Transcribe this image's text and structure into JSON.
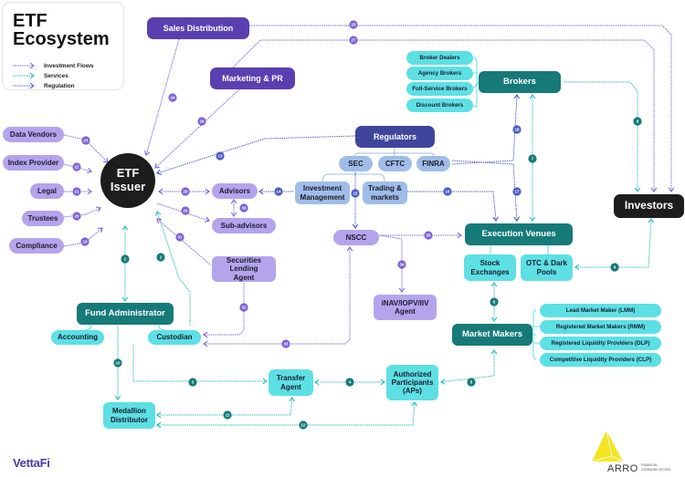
{
  "title": "ETF Ecosystem",
  "legend": [
    {
      "label": "Investment Flows",
      "color": "#7d62d6"
    },
    {
      "label": "Services",
      "color": "#2ab7b9"
    },
    {
      "label": "Regulation",
      "color": "#4b5bc4"
    }
  ],
  "colors": {
    "investment": "#7d62d6",
    "services": "#2ab7b9",
    "regulation": "#4b5bc4",
    "issuer": "#1d1d1d",
    "teal_dark": "#167a78",
    "teal_light": "#5ce0e4",
    "purple_dark": "#5b3fb0",
    "purple_light": "#b4a4ec",
    "navy": "#3f459b",
    "blue_light": "#9fbde8"
  },
  "nodes": {
    "issuer": "ETF Issuer",
    "sales_distribution": "Sales Distribution",
    "marketing_pr": "Marketing & PR",
    "data_vendors": "Data Vendors",
    "index_provider": "Index Provider",
    "legal": "Legal",
    "trustees": "Trustees",
    "compliance": "Compliance",
    "advisors": "Advisors",
    "sub_advisors": "Sub-advisors",
    "securities_lending_agent": "Securities Lending Agent",
    "regulators": "Regulators",
    "sec": "SEC",
    "cftc": "CFTC",
    "finra": "FINRA",
    "investment_management": "Investment Management",
    "trading_markets": "Trading & markets",
    "nscc": "NSCC",
    "inav_agent": "iNAV/IOPV/IIV Agent",
    "brokers": "Brokers",
    "broker_types": [
      "Broker Dealers",
      "Agency Brokers",
      "Full-Service Brokers",
      "Discount Brokers"
    ],
    "investors": "Investors",
    "execution_venues": "Execution Venues",
    "stock_exchanges": "Stock Exchanges",
    "otc_dark_pools": "OTC & Dark Pools",
    "market_makers": "Market Makers",
    "market_maker_types": [
      "Lead Market Maker (LMM)",
      "Registered Market Makers (RMM)",
      "Registered Liquidity Providers (DLP)",
      "Competitive Liquidity Providers (CLP)"
    ],
    "fund_administrator": "Fund Administrator",
    "accounting": "Accounting",
    "custodian": "Custodian",
    "transfer_agent": "Transfer Agent",
    "authorized_participants": "Authorized Participants (APs)",
    "medallion_distributor": "Medallion Distributor"
  },
  "flows": [
    {
      "n": "1",
      "from": "Custodian",
      "to": "ETF Issuer",
      "type": "services"
    },
    {
      "n": "2",
      "from": "Fund Administrator",
      "to": "ETF Issuer",
      "type": "services"
    },
    {
      "n": "3",
      "from": "Fund Administrator",
      "to": "Transfer Agent",
      "type": "services"
    },
    {
      "n": "4",
      "from": "Authorized Participants",
      "to": "Transfer Agent",
      "type": "services"
    },
    {
      "n": "5",
      "from": "Market Makers",
      "to": "Authorized Participants",
      "type": "services"
    },
    {
      "n": "6",
      "from": "Execution Venues",
      "to": "Market Makers",
      "type": "services"
    },
    {
      "n": "7",
      "from": "Brokers",
      "to": "Execution Venues",
      "type": "services"
    },
    {
      "n": "8",
      "from": "Brokers",
      "to": "Investors",
      "type": "services"
    },
    {
      "n": "9",
      "from": "Investors",
      "to": "OTC & Dark Pools",
      "type": "services"
    },
    {
      "n": "10",
      "from": "Fund Administrator",
      "to": "Medallion Distributor",
      "type": "services"
    },
    {
      "n": "11",
      "from": "Transfer Agent",
      "to": "Medallion Distributor",
      "type": "services"
    },
    {
      "n": "12",
      "from": "Authorized Participants",
      "to": "Medallion Distributor",
      "type": "services"
    },
    {
      "n": "13",
      "from": "Regulators",
      "to": "ETF Issuer",
      "type": "regulation"
    },
    {
      "n": "14",
      "from": "Investment Management",
      "to": "Advisors",
      "type": "regulation"
    },
    {
      "n": "15",
      "from": "SEC",
      "to": "NSCC",
      "type": "regulation"
    },
    {
      "n": "16",
      "from": "Trading & markets",
      "to": "Execution Venues",
      "type": "regulation"
    },
    {
      "n": "17",
      "from": "FINRA",
      "to": "Execution Venues",
      "type": "regulation"
    },
    {
      "n": "18",
      "from": "FINRA",
      "to": "Brokers",
      "type": "regulation"
    },
    {
      "n": "19",
      "from": "Compliance",
      "to": "ETF Issuer",
      "type": "investment"
    },
    {
      "n": "20",
      "from": "Trustees",
      "to": "ETF Issuer",
      "type": "investment"
    },
    {
      "n": "21",
      "from": "Legal",
      "to": "ETF Issuer",
      "type": "investment"
    },
    {
      "n": "22",
      "from": "Index Provider",
      "to": "ETF Issuer",
      "type": "investment"
    },
    {
      "n": "23",
      "from": "Data Vendors",
      "to": "ETF Issuer",
      "type": "investment"
    },
    {
      "n": "24",
      "from": "Sales Distribution",
      "to": "ETF Issuer",
      "type": "investment"
    },
    {
      "n": "25",
      "from": "Sales Distribution",
      "to": "Investors",
      "type": "investment"
    },
    {
      "n": "26",
      "from": "Marketing & PR",
      "to": "ETF Issuer",
      "type": "investment"
    },
    {
      "n": "27",
      "from": "Marketing & PR",
      "to": "Investors",
      "type": "investment"
    },
    {
      "n": "28",
      "from": "ETF Issuer",
      "to": "Advisors",
      "type": "investment"
    },
    {
      "n": "29",
      "from": "ETF Issuer",
      "to": "Sub-advisors",
      "type": "investment"
    },
    {
      "n": "30",
      "from": "Advisors",
      "to": "Sub-advisors",
      "type": "investment"
    },
    {
      "n": "31",
      "from": "Securities Lending Agent",
      "to": "ETF Issuer",
      "type": "investment"
    },
    {
      "n": "32",
      "from": "Securities Lending Agent",
      "to": "Custodian",
      "type": "investment"
    },
    {
      "n": "33",
      "from": "NSCC",
      "to": "Custodian",
      "type": "investment"
    },
    {
      "n": "34",
      "from": "NSCC",
      "to": "iNAV/IOPV/IIV Agent",
      "type": "investment"
    },
    {
      "n": "35",
      "from": "NSCC",
      "to": "Execution Venues",
      "type": "investment"
    }
  ],
  "logos": {
    "left": "VettaFi",
    "right_word": "ARRO",
    "right_sub": "FINANCIAL COMMUNICATIONS"
  }
}
